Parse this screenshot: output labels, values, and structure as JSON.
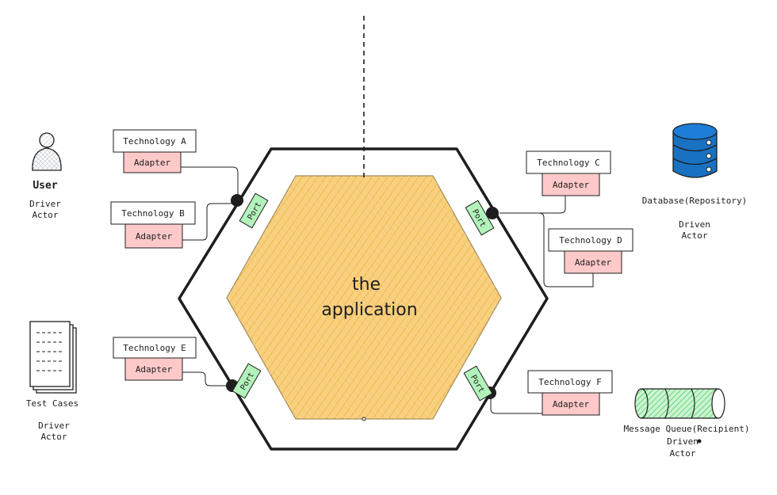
{
  "app": {
    "label_line1": "the",
    "label_line2": "application"
  },
  "technologies": {
    "a": "Technology A",
    "b": "Technology B",
    "c": "Technology C",
    "d": "Technology D",
    "e": "Technology E",
    "f": "Technology F"
  },
  "adapter_label": "Adapter",
  "port_label": "Port",
  "actors": {
    "user": {
      "name": "User",
      "role_line1": "Driver",
      "role_line2": "Actor"
    },
    "test_cases": {
      "name": "Test Cases",
      "role_line1": "Driver",
      "role_line2": "Actor"
    },
    "database": {
      "name": "Database(Repository)",
      "role_line1": "Driven",
      "role_line2": "Actor"
    },
    "message_queue": {
      "name": "Message Queue(Recipient)",
      "role_line1": "Driven",
      "role_line2": "Actor"
    }
  },
  "colors": {
    "hexagon_fill": "#f5c66a",
    "adapter_fill": "#ffc9c9",
    "port_fill": "#b2f2bb",
    "database_fill": "#1971c2",
    "queue_fill": "#b2f2bb",
    "stroke": "#1e1e1e"
  }
}
